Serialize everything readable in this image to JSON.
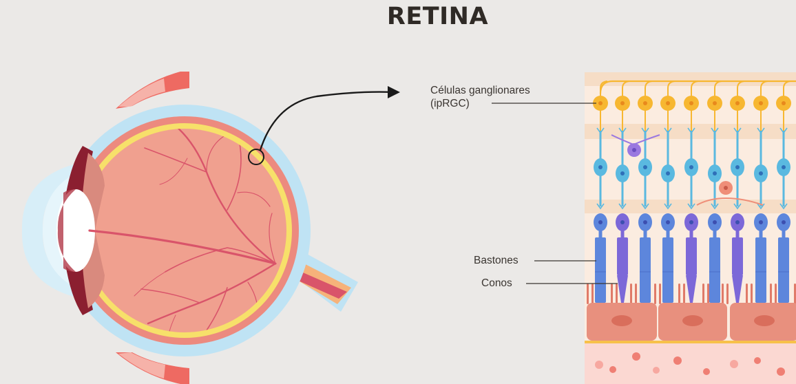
{
  "title": "RETINA",
  "labels": {
    "ganglion_line1": "Células ganglionares",
    "ganglion_line2": "(ipRGC)",
    "rods": "Bastones",
    "cones": "Conos"
  },
  "colors": {
    "background": "#ebe9e7",
    "sclera": "#bfe3f4",
    "choroid": "#ec8a7f",
    "retina_ring": "#f7e06a",
    "eyeball": "#f0a08f",
    "vessels": "#d9546a",
    "muscle": "#ee6a62",
    "ganglion_cell": "#f7b731",
    "bipolar_cell": "#5ab9e0",
    "rod_cell": "#5d86dc",
    "cone_cell": "#7c68d8",
    "amacrine_cell": "#9a78e0",
    "horizontal_cell": "#ef8e78",
    "pigment_epithelium": "#e8907e",
    "choroid_layer": "#fbd8d2"
  }
}
